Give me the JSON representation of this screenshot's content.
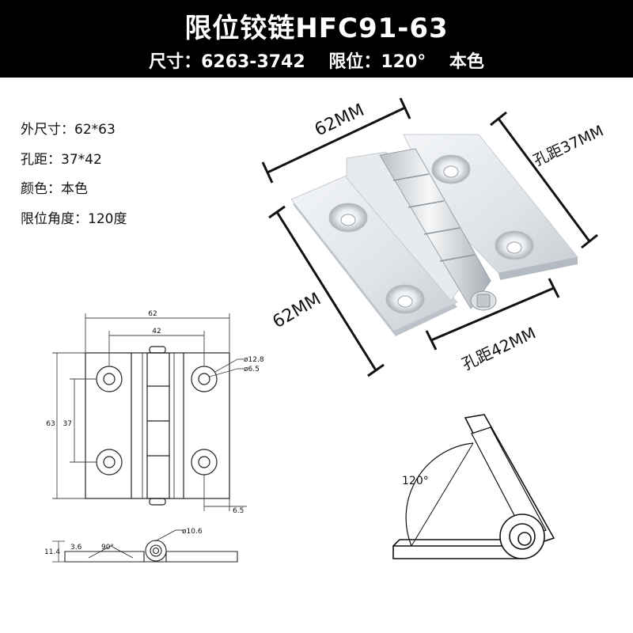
{
  "header": {
    "title": "限位铰链HFC91-63",
    "subtitle": "尺寸：6263-3742　 限位：120°　 本色"
  },
  "specs": [
    {
      "label": "外尺寸：",
      "value": "62*63"
    },
    {
      "label": "孔距：",
      "value": "37*42"
    },
    {
      "label": "颜色：",
      "value": "本色"
    },
    {
      "label": "限位角度：",
      "value": "120度"
    }
  ],
  "photo_dims": {
    "top": "62MM",
    "right": "孔距37MM",
    "left": "62MM",
    "bottom": "孔距42MM"
  },
  "drawing": {
    "width": "62",
    "hole_span": "42",
    "height": "63",
    "hole_vspan": "37",
    "counterbore": "ø12.8",
    "hole": "ø6.5",
    "edge": "6.5",
    "side_thickness": "11.4",
    "side_leaf": "3.6",
    "side_angle": "90°",
    "pin": "ø10.6"
  },
  "angle_view": {
    "angle": "120°"
  },
  "colors": {
    "banner": "#000000",
    "aluminum": "#d9dde2",
    "line": "#111111"
  }
}
